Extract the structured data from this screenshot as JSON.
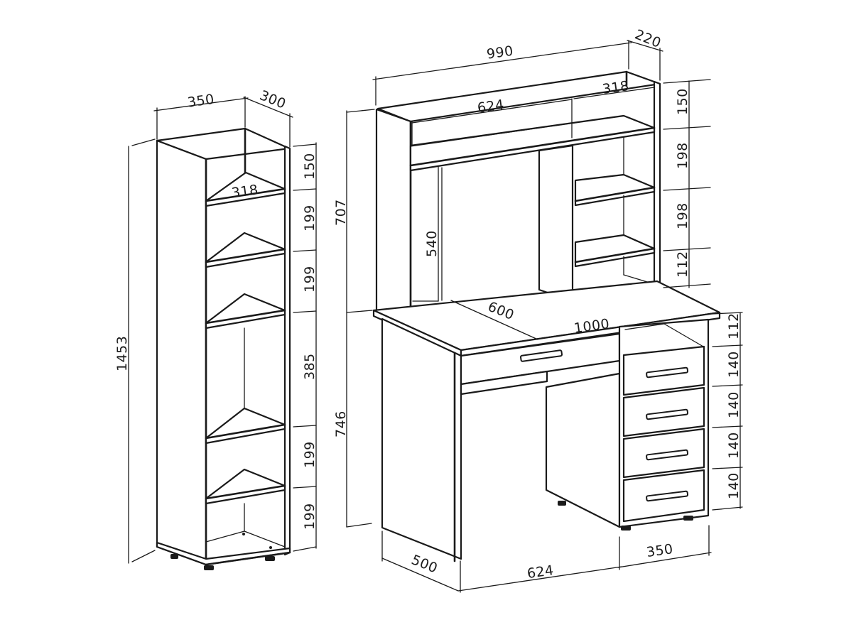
{
  "rack": {
    "width": "350",
    "depth": "300",
    "height": "1453",
    "shelf_width": "318",
    "sections": [
      "150",
      "199",
      "199",
      "385",
      "199",
      "199"
    ]
  },
  "desk": {
    "superstructure_width": "990",
    "superstructure_depth": "220",
    "superstructure_inner_width": "624",
    "superstructure_side_width": "318",
    "superstructure_height": "707",
    "niche_height": "540",
    "superstructure_sections": [
      "150",
      "198",
      "198",
      "112"
    ],
    "top_depth": "600",
    "top_width": "1000",
    "desk_height": "746",
    "pedestal_sections": [
      "112",
      "140",
      "140",
      "140",
      "140"
    ],
    "base_depth": "500",
    "knee_space_width": "624",
    "pedestal_width": "350"
  }
}
